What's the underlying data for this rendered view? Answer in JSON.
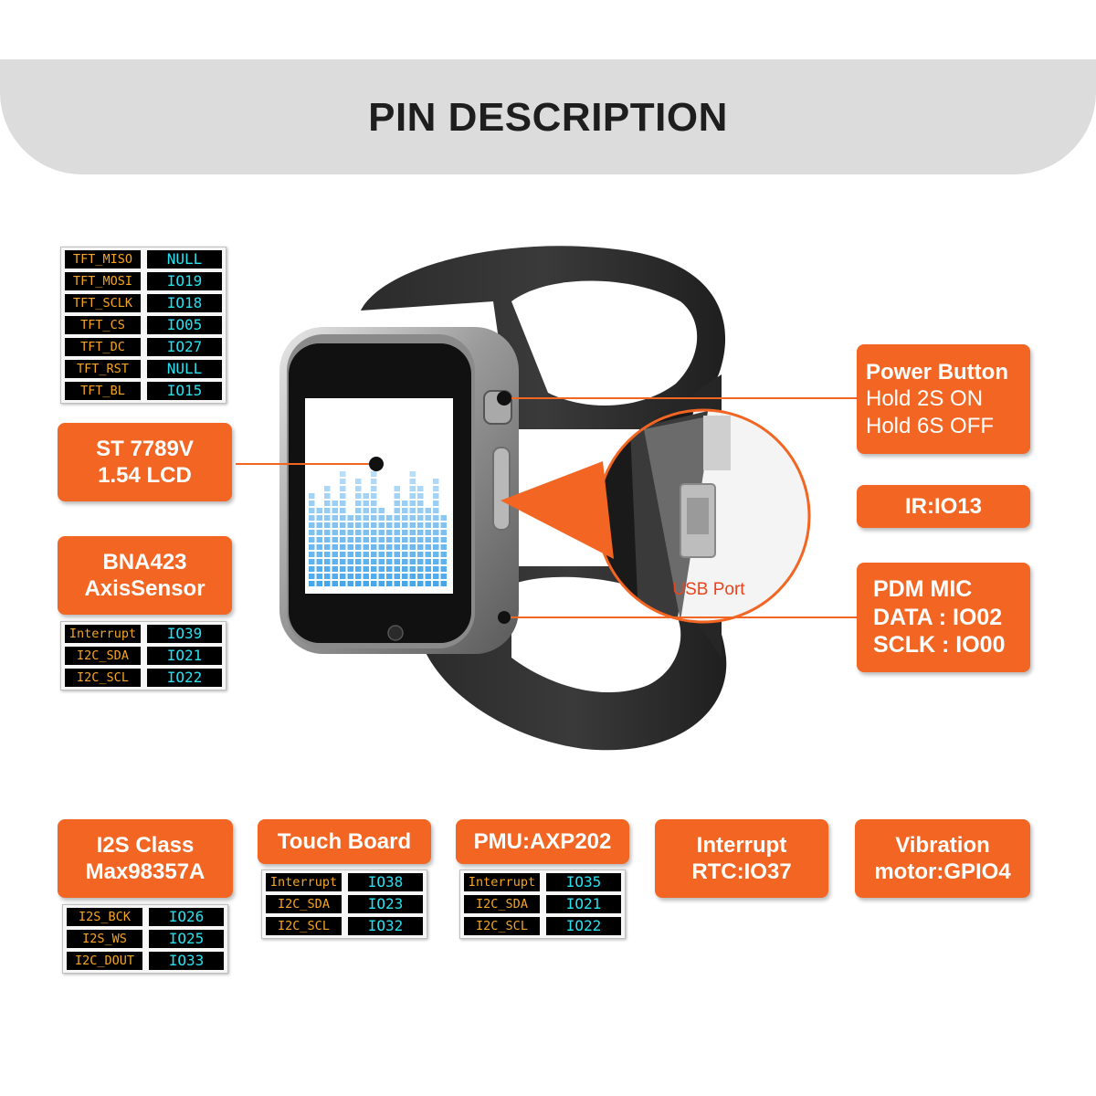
{
  "title": "PIN DESCRIPTION",
  "colors": {
    "accent": "#f26522",
    "pin_name": "#f5a524",
    "pin_value": "#27e0f0",
    "header_bg": "#dcdcdc"
  },
  "tft_pins": [
    {
      "name": "TFT_MISO",
      "value": "NULL"
    },
    {
      "name": "TFT_MOSI",
      "value": "IO19"
    },
    {
      "name": "TFT_SCLK",
      "value": "IO18"
    },
    {
      "name": "TFT_CS",
      "value": "IO05"
    },
    {
      "name": "TFT_DC",
      "value": "IO27"
    },
    {
      "name": "TFT_RST",
      "value": "NULL"
    },
    {
      "name": "TFT_BL",
      "value": "IO15"
    }
  ],
  "lcd": {
    "line1": "ST 7789V",
    "line2": "1.54 LCD"
  },
  "sensor": {
    "line1": "BNA423",
    "line2": "AxisSensor"
  },
  "sensor_pins": [
    {
      "name": "Interrupt",
      "value": "IO39"
    },
    {
      "name": "I2C_SDA",
      "value": "IO21"
    },
    {
      "name": "I2C_SCL",
      "value": "IO22"
    }
  ],
  "power": {
    "title": "Power Button",
    "line1": "Hold 2S ON",
    "line2": "Hold 6S OFF"
  },
  "ir": {
    "label": "IR:IO13"
  },
  "mic": {
    "line1": "PDM MIC",
    "line2": "DATA : IO02",
    "line3": "SCLK : IO00"
  },
  "usb_label": "USB Port",
  "i2s": {
    "line1": "I2S Class",
    "line2": "Max98357A"
  },
  "i2s_pins": [
    {
      "name": "I2S_BCK",
      "value": "IO26"
    },
    {
      "name": "I2S_WS",
      "value": "IO25"
    },
    {
      "name": "I2C_DOUT",
      "value": "IO33"
    }
  ],
  "touch": {
    "label": "Touch Board"
  },
  "touch_pins": [
    {
      "name": "Interrupt",
      "value": "IO38"
    },
    {
      "name": "I2C_SDA",
      "value": "IO23"
    },
    {
      "name": "I2C_SCL",
      "value": "IO32"
    }
  ],
  "pmu": {
    "label": "PMU:AXP202"
  },
  "pmu_pins": [
    {
      "name": "Interrupt",
      "value": "IO35"
    },
    {
      "name": "I2C_SDA",
      "value": "IO21"
    },
    {
      "name": "I2C_SCL",
      "value": "IO22"
    }
  ],
  "rtc": {
    "line1": "Interrupt",
    "line2": "RTC:IO37"
  },
  "vibration": {
    "line1": "Vibration",
    "line2": "motor:GPIO4"
  },
  "equalizer_levels": [
    0.74,
    0.62,
    0.8,
    0.7,
    0.92,
    0.6,
    0.88,
    0.76,
    0.96,
    0.66,
    0.56,
    0.82,
    0.72,
    0.94,
    0.78,
    0.64,
    0.88,
    0.58
  ]
}
